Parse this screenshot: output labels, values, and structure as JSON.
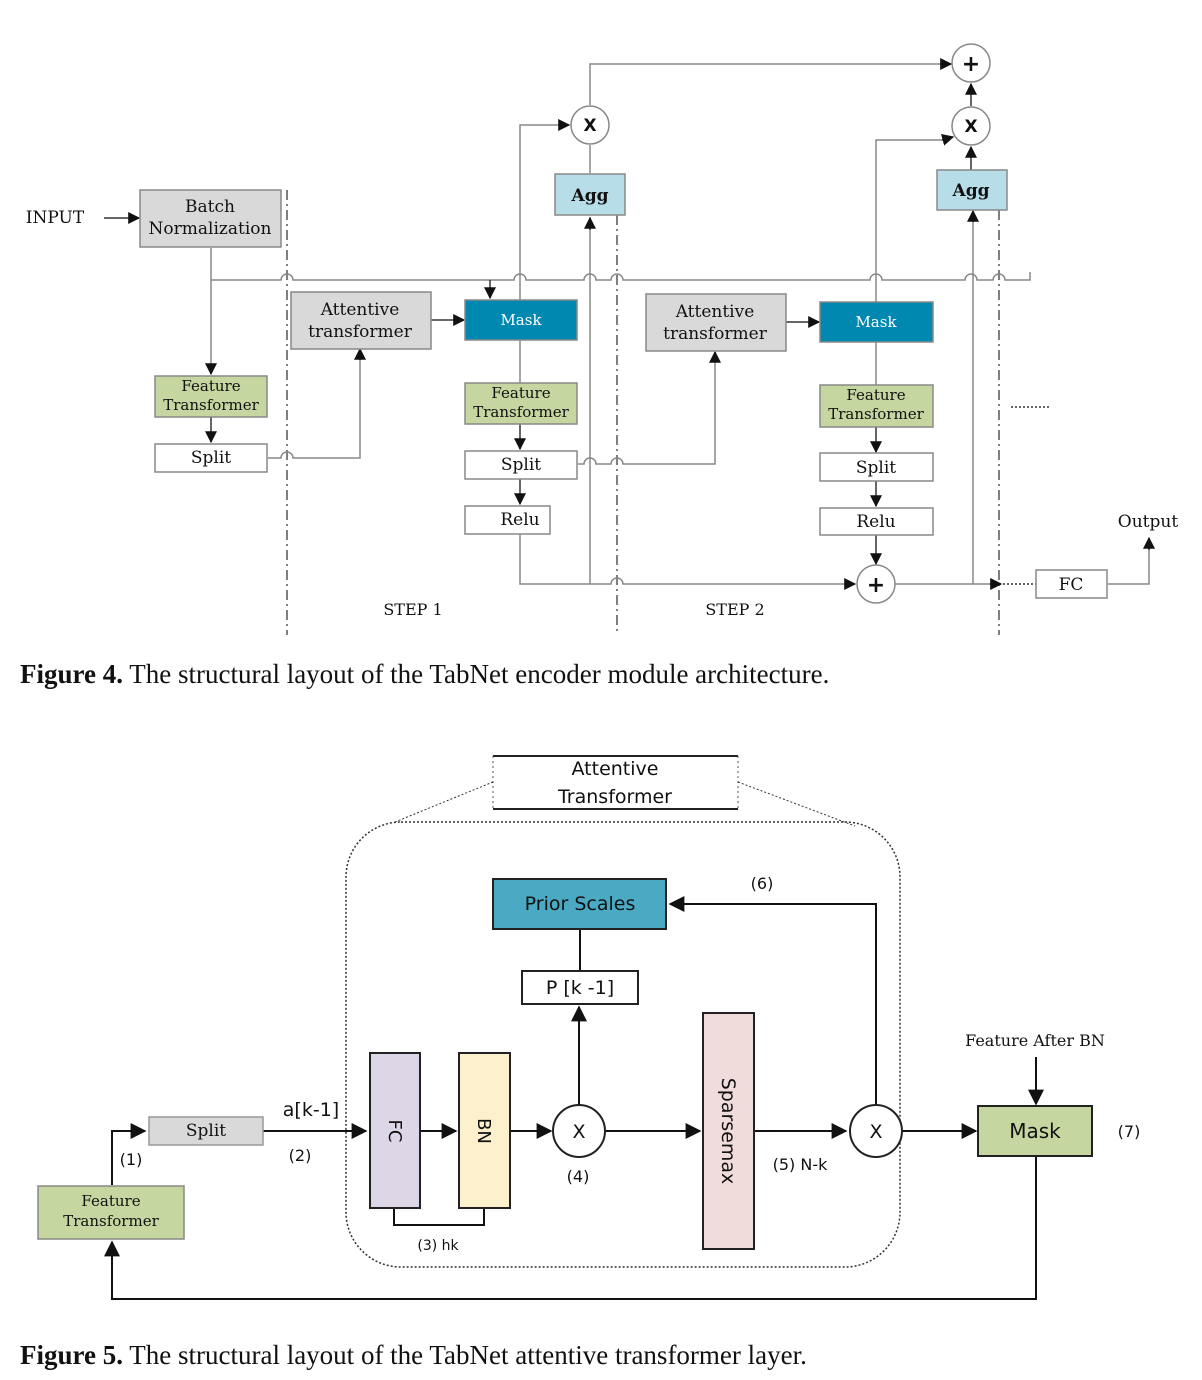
{
  "figure4": {
    "input_label": "INPUT",
    "batch_norm": [
      "Batch",
      "Normalization"
    ],
    "attentive_transformer": [
      "Attentive",
      "transformer"
    ],
    "mask": "Mask",
    "feature_transformer": [
      "Feature",
      "Transformer"
    ],
    "split": "Split",
    "relu": "Relu",
    "agg": "Agg",
    "multiply_symbol": "X",
    "plus_symbol": "+",
    "fc": "FC",
    "output_label": "Output",
    "step1": "STEP 1",
    "step2": "STEP 2",
    "continuation": "........",
    "caption_prefix": "Figure 4.",
    "caption_text": " The structural layout of the TabNet encoder module architecture."
  },
  "figure5": {
    "attentive_transformer_title": [
      "Attentive",
      "Transformer"
    ],
    "prior_scales": "Prior Scales",
    "p_k_minus_1": "P [k -1]",
    "fc": "FC",
    "bn": "BN",
    "sparsemax": "Sparsemax",
    "multiply_symbol": "X",
    "split": "Split",
    "feature_transformer": [
      "Feature",
      "Transformer"
    ],
    "mask": "Mask",
    "feature_after_bn": "Feature After BN",
    "a_k_minus_1": "a[k-1]",
    "labels": {
      "l1": "(1)",
      "l2": "(2)",
      "l3": "(3) hk",
      "l4": "(4)",
      "l5": "(5) N-k",
      "l6": "(6)",
      "l7": "(7)"
    },
    "caption_prefix": "Figure 5.",
    "caption_text": " The structural layout of the TabNet attentive transformer layer."
  },
  "colors": {
    "gray_box": "#d9d9d9",
    "green_box": "#c5d6a0",
    "mask_blue": "#0088b0",
    "agg_blue": "#b7dde8",
    "prior_scales": "#4aaac4",
    "fc_purple": "#ddd6e6",
    "bn_yellow": "#fdf0cc",
    "sparsemax_pink": "#f1dcdc"
  }
}
